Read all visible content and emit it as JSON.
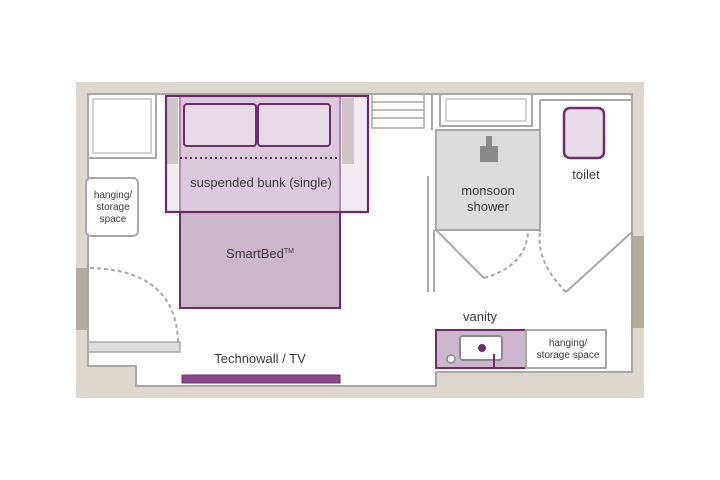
{
  "labels": {
    "bunk": "suspended bunk (single)",
    "bed": "SmartBed",
    "bed_mark": "TM",
    "technowall": "Technowall / TV",
    "shower_line1": "monsoon",
    "shower_line2": "shower",
    "toilet": "toilet",
    "vanity": "vanity",
    "hanging_left_line1": "hanging/",
    "hanging_left_line2": "storage",
    "hanging_left_line3": "space",
    "hanging_right_line1": "hanging/",
    "hanging_right_line2": "storage space"
  },
  "colors": {
    "wall": "#dcd8d0",
    "wall_dark": "#b2aba0",
    "outline": "#a8a8a8",
    "purple": "#6e2c6e",
    "purple_fill": "#ccb6cc",
    "purple_light": "#e7dbe7",
    "shower_fill": "#dcdcdc",
    "fixture_gray": "#8a8a8a"
  }
}
